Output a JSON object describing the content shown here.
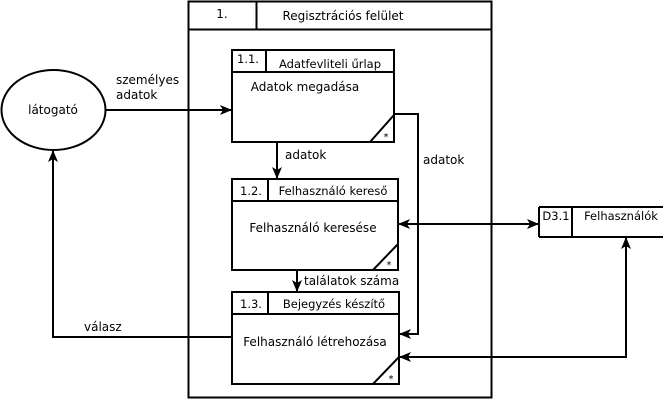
{
  "diagram": {
    "type": "data-flow-diagram",
    "outer_process": {
      "number": "1.",
      "title": "Regisztrációs felület"
    },
    "external_entity": {
      "label": "látogató"
    },
    "processes": [
      {
        "number": "1.1.",
        "title": "Adatfevliteli űrlap",
        "body": "Adatok megadása",
        "marker": "*"
      },
      {
        "number": "1.2.",
        "title": "Felhasználó kereső",
        "body": "Felhasználó keresése",
        "marker": "*"
      },
      {
        "number": "1.3.",
        "title": "Bejegyzés készítő",
        "body": "Felhasználó létrehozása",
        "marker": "*"
      }
    ],
    "data_store": {
      "id": "D3.1",
      "label": "Felhasználók"
    },
    "flows": {
      "personal_data_line1": "személyes",
      "personal_data_line2": "adatok",
      "data_1_to_2": "adatok",
      "data_1_to_3": "adatok",
      "results_count": "találatok száma",
      "answer": "válasz"
    }
  }
}
